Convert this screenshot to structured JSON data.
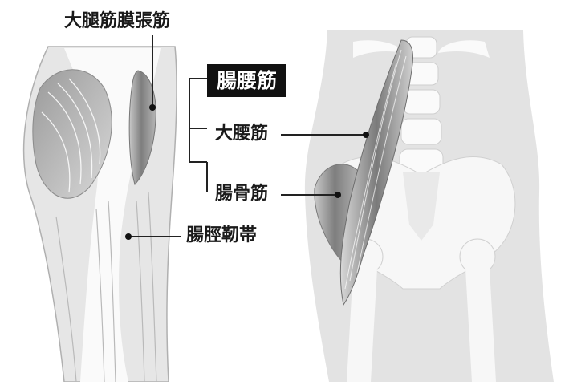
{
  "diagram": {
    "title": "腸腰筋",
    "labels": {
      "tensor_fasciae_latae": "大腿筋膜張筋",
      "psoas_major": "大腰筋",
      "iliacus": "腸骨筋",
      "iliotibial_band": "腸脛靭帯"
    }
  },
  "colors": {
    "body_fill": "#e3e3e3",
    "bone_fill": "#f7f7f7",
    "muscle_fill": "#9e9e9e",
    "leader_line": "#222222",
    "title_bg": "#111111",
    "title_text": "#ffffff"
  }
}
